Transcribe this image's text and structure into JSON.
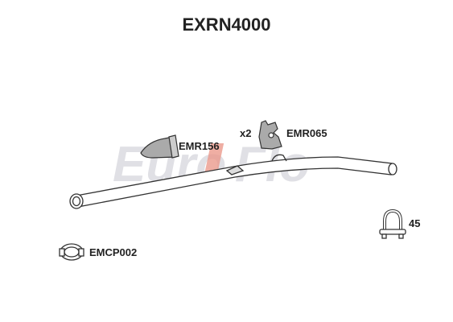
{
  "title": "EXRN4000",
  "watermark": {
    "part1": "Euro",
    "part2": "Flo"
  },
  "colors": {
    "accent": "#d9462e",
    "watermark_gray": "#c8c8d0",
    "part_fill": "#aaaaaa",
    "line": "#333333"
  },
  "parts": [
    {
      "code": "EMR156",
      "icon": "rubber-hanger-icon"
    },
    {
      "code": "EMR065",
      "icon": "exhaust-mount-icon",
      "quantity": "x2"
    },
    {
      "code": "45",
      "icon": "u-bolt-clamp-icon"
    },
    {
      "code": "EMCP002",
      "icon": "pipe-clamp-icon"
    }
  ],
  "pipe": {
    "icon": "exhaust-pipe-icon"
  }
}
